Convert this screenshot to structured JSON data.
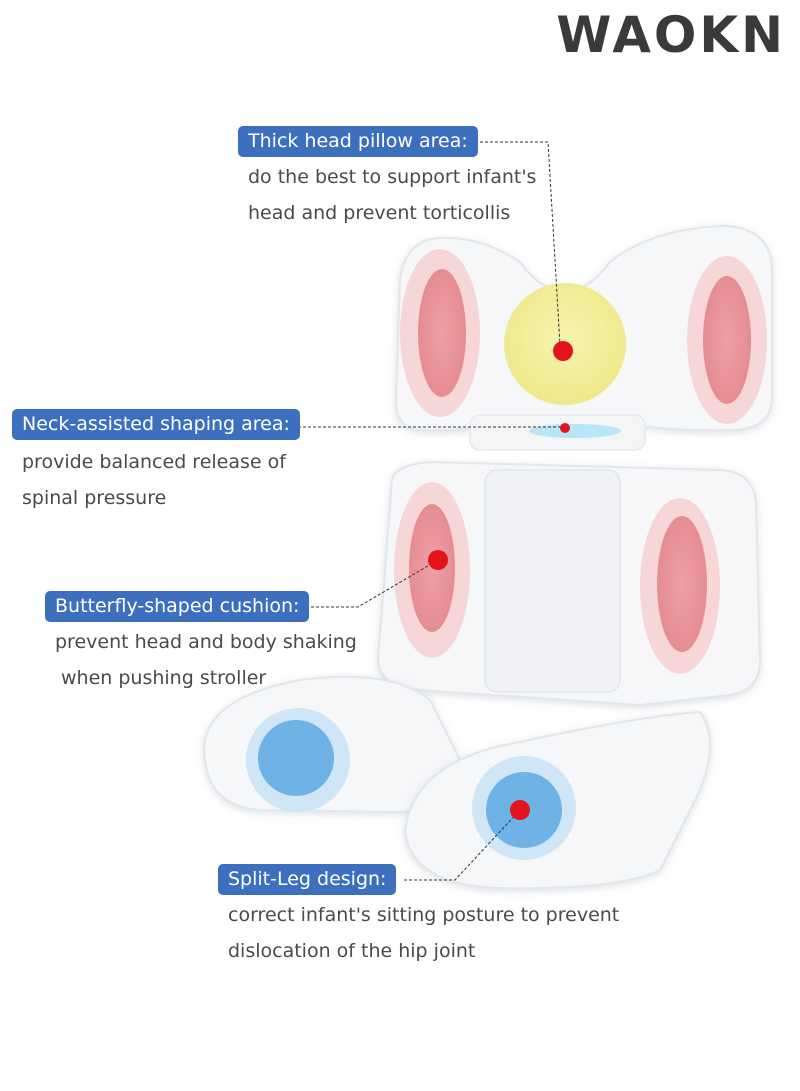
{
  "brand": "WAOKN",
  "callouts": [
    {
      "title": "Thick head pillow area:",
      "lines": [
        "do the best to support infant's",
        "head and prevent torticollis"
      ]
    },
    {
      "title": "Neck-assisted shaping area:",
      "lines": [
        "provide balanced release of",
        "spinal pressure"
      ]
    },
    {
      "title": "Butterfly-shaped cushion:",
      "lines": [
        "prevent head and body shaking",
        "when pushing stroller"
      ]
    },
    {
      "title": "Split-Leg design:",
      "lines": [
        "correct infant's sitting posture to prevent",
        "dislocation of the hip joint"
      ]
    }
  ],
  "colors": {
    "tag": "#3d6fbf",
    "pillow": "#f3ef9a",
    "side_pad": "#ec9aa0",
    "leg_pad": "#6fb3e6",
    "marker": "#e3141c"
  }
}
